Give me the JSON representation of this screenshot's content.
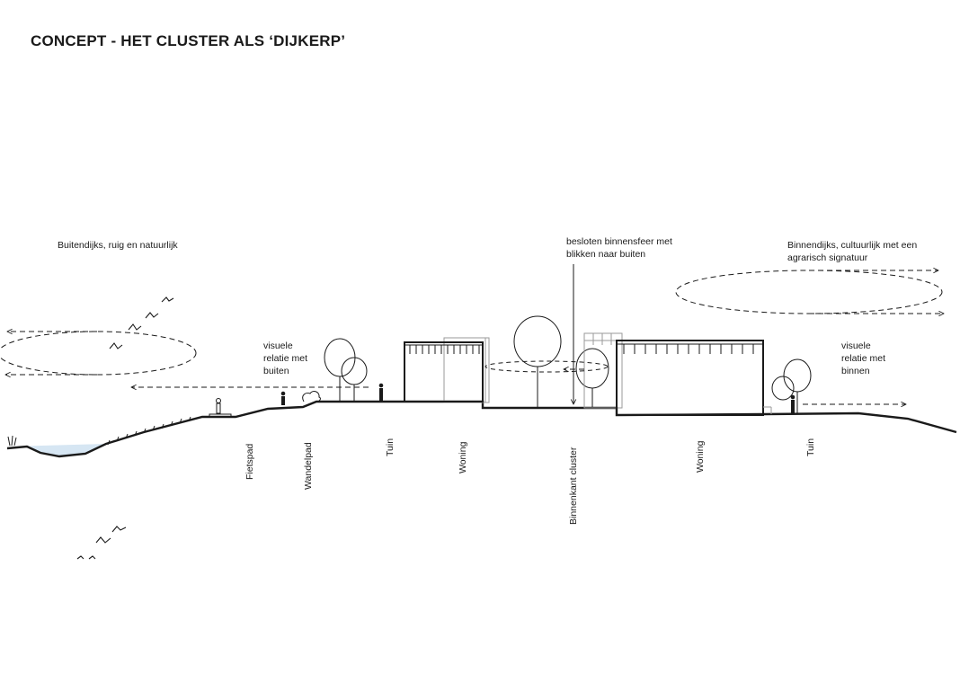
{
  "title": "CONCEPT - HET CLUSTER ALS ‘DIJKERP’",
  "notes": {
    "buitendijks": "Buitendijks, ruig en natuurlijk",
    "besloten_line1": "besloten binnensfeer met",
    "besloten_line2": "blikken naar buiten",
    "binnendijks_line1": "Binnendijks, cultuurlijk met een",
    "binnendijks_line2": "agrarisch signatuur",
    "visuele_buiten": [
      "visuele",
      "relatie met",
      "buiten"
    ],
    "visuele_binnen": [
      "visuele",
      "relatie met",
      "binnen"
    ]
  },
  "section_labels": {
    "fietspad": "Fietspad",
    "wandelpad": "Wandelpad",
    "tuin_left": "Tuin",
    "woning_left": "Woning",
    "binnenkant": "Binnenkant cluster",
    "woning_right": "Woning",
    "tuin_right": "Tuin"
  },
  "colors": {
    "water": "#d6e6f3",
    "line": "#1a1a1a",
    "grey": "#9a9a9a"
  }
}
